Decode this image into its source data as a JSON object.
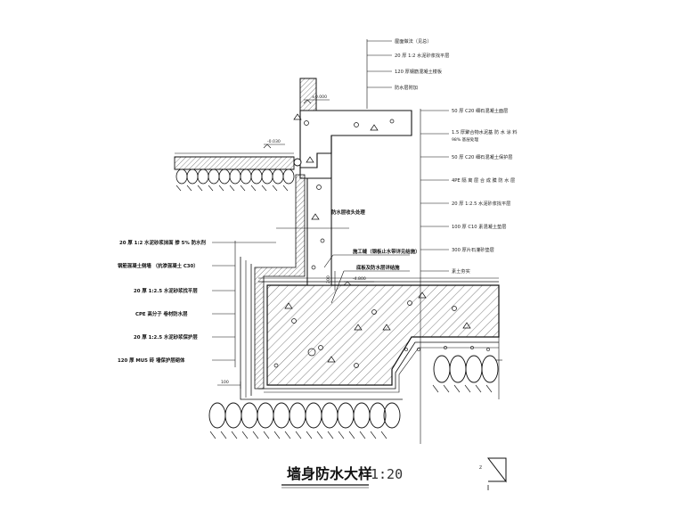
{
  "drawing": {
    "title": "墙身防水大样",
    "scale": "1:20",
    "north_mark": "Z",
    "elevations": {
      "top": "±0.000",
      "floor": "-0.030",
      "slab": "-4.800"
    },
    "dims": {
      "sill": "100",
      "step": "200"
    },
    "labels_top": [
      "屋面做法（见总）",
      "20 厚 1:2 水泥砂浆找平层",
      "120 厚钢筋混凝土楼板",
      "防水层附加"
    ],
    "labels_right": [
      "50 厚 C20 细石混凝土面层",
      "1.5 厚聚合物水泥基  防 水 涂 料",
      "98% 基层处理",
      "50 厚 C20 细石混凝土保护层",
      "4PE  隔 离 层  合 成 膜 防 水 层",
      "20 厚 1:2.5 水泥砂浆找平层",
      "100 厚 C10 素混凝土垫层",
      "300 厚片石灌砂垫层",
      "素土夯实"
    ],
    "labels_left": [
      "20 厚 1:2 水泥砂浆抹面  掺 5% 防水剂",
      "钢筋混凝土侧墙   （抗渗混凝土  C30）",
      "20 厚 1:2.5 水泥砂浆找平层",
      "CPE  高分子  卷材防水层",
      "20 厚 1:2.5 水泥砂浆保护层",
      "120 厚 MU5  砖  墙保护层砌体"
    ],
    "labels_mid": [
      "防水层收头处理",
      "施工缝（钢板止水带详见结施）",
      "底板及防水层详结施"
    ]
  }
}
